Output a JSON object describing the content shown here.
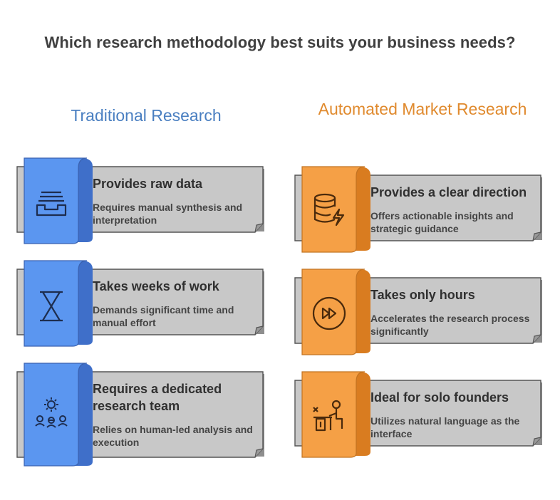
{
  "title": "Which research methodology best suits your business needs?",
  "columns": [
    {
      "heading": "Traditional Research",
      "color": "#5b96f0",
      "cards": [
        {
          "title": "Provides raw data",
          "desc": "Requires manual synthesis and interpretation",
          "icon": "inbox-tray-icon"
        },
        {
          "title": "Takes weeks of work",
          "desc": "Demands significant time and manual effort",
          "icon": "hourglass-icon"
        },
        {
          "title": "Requires a dedicated research team",
          "desc": "Relies on human-led analysis and execution",
          "icon": "team-gear-icon"
        }
      ]
    },
    {
      "heading": "Automated Market Research",
      "color": "#f5a046",
      "cards": [
        {
          "title": "Provides a clear direction",
          "desc": "Offers actionable insights and strategic guidance",
          "icon": "database-bolt-icon"
        },
        {
          "title": "Takes only hours",
          "desc": "Accelerates the research process significantly",
          "icon": "fast-forward-icon"
        },
        {
          "title": "Ideal for solo founders",
          "desc": "Utilizes natural language as the interface",
          "icon": "person-at-desk-icon"
        }
      ]
    }
  ]
}
